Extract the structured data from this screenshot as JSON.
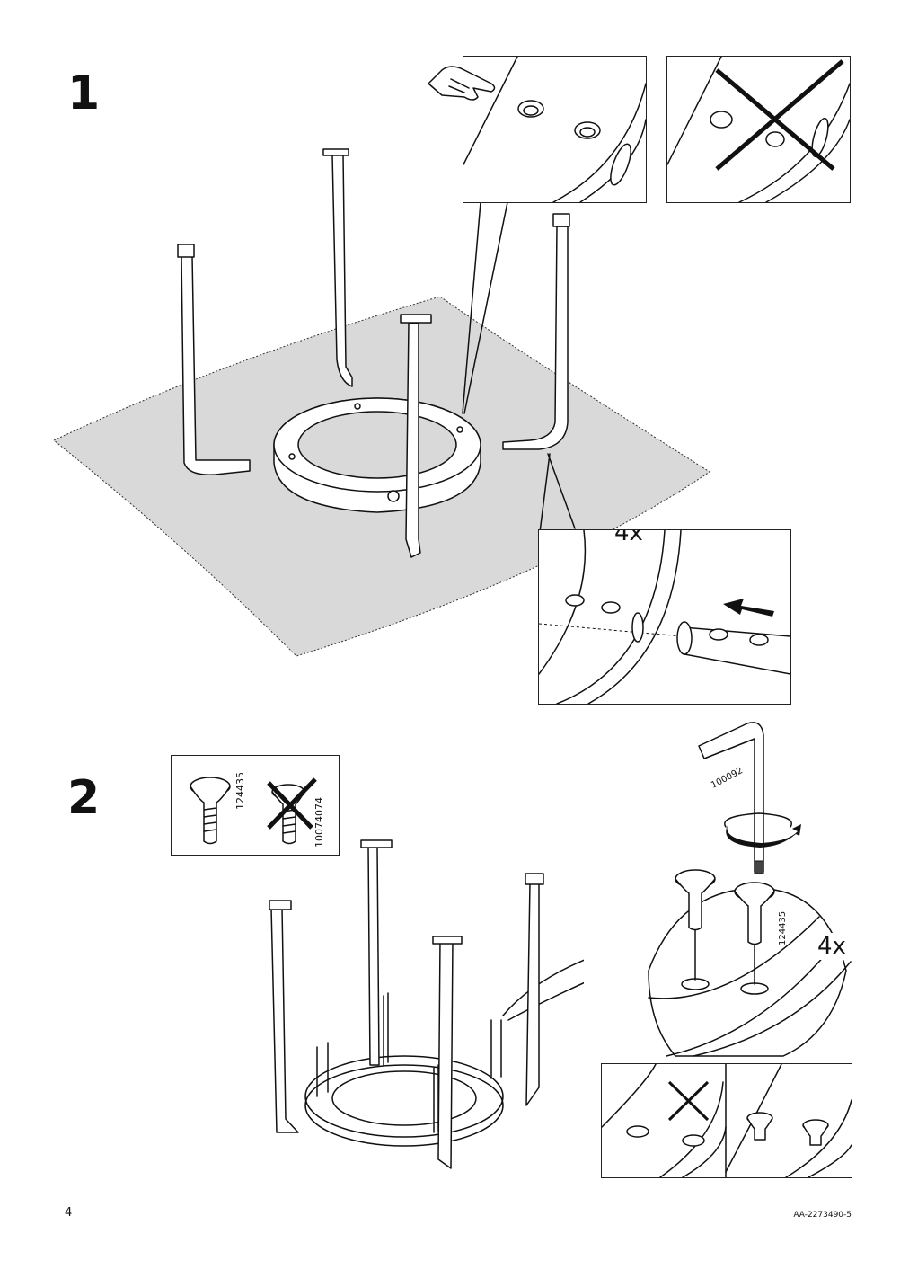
{
  "steps": [
    {
      "number": "1"
    },
    {
      "number": "2"
    }
  ],
  "step1": {
    "detail_qty": "4x"
  },
  "step2": {
    "screws": [
      {
        "part_no": "124435",
        "status": "correct"
      },
      {
        "part_no": "10074074",
        "status": "wrong"
      }
    ],
    "allen_key_part_no": "100092",
    "detail_screw_part_no": "124435",
    "detail_qty": "4x"
  },
  "footer": {
    "page_number": "4",
    "doc_code": "AA-2273490-5"
  },
  "icons": [
    "hand-pointer-icon",
    "cross-out-icon",
    "insert-arrow-icon",
    "rotate-arrow-icon",
    "allen-key-icon",
    "screw-icon"
  ],
  "colors": {
    "rug": "#d9d9d9",
    "line": "#111111",
    "background": "#ffffff"
  }
}
